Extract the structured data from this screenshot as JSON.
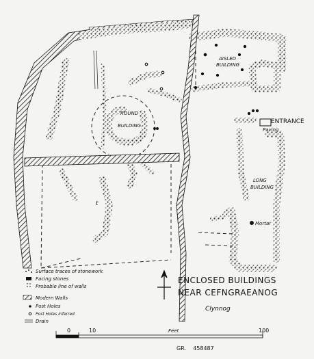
{
  "labels": {
    "aisled_building": [
      "AISLED",
      "BUILDING"
    ],
    "round_building": [
      "ROUND",
      "BUILDING"
    ],
    "entrance": "ENTRANCE",
    "paving": "Paving",
    "long_building": [
      "LONG",
      "BUILDING"
    ],
    "mortar": "Mortar",
    "t_mark": "t"
  },
  "legend": [
    {
      "key": "surface",
      "text": "Surface traces of stonework"
    },
    {
      "key": "facing",
      "text": "Facing stones"
    },
    {
      "key": "probable",
      "text": "Probable line of walls"
    },
    {
      "key": "modern",
      "text": "Modern Walls"
    },
    {
      "key": "postholes",
      "text": "Post Holes"
    },
    {
      "key": "posthole-inferred",
      "text": "Post Holes inferred"
    },
    {
      "key": "drain",
      "text": "Drain"
    }
  ],
  "title": {
    "line1": "ENCLOSED BUILDINGS",
    "line2": "NEAR CEFNGRAEANOG",
    "parish": "Clynnog"
  },
  "scale": {
    "ticks": [
      "0",
      "10",
      "100"
    ],
    "unit": "Feet"
  },
  "grid_ref": "GR.    458487"
}
